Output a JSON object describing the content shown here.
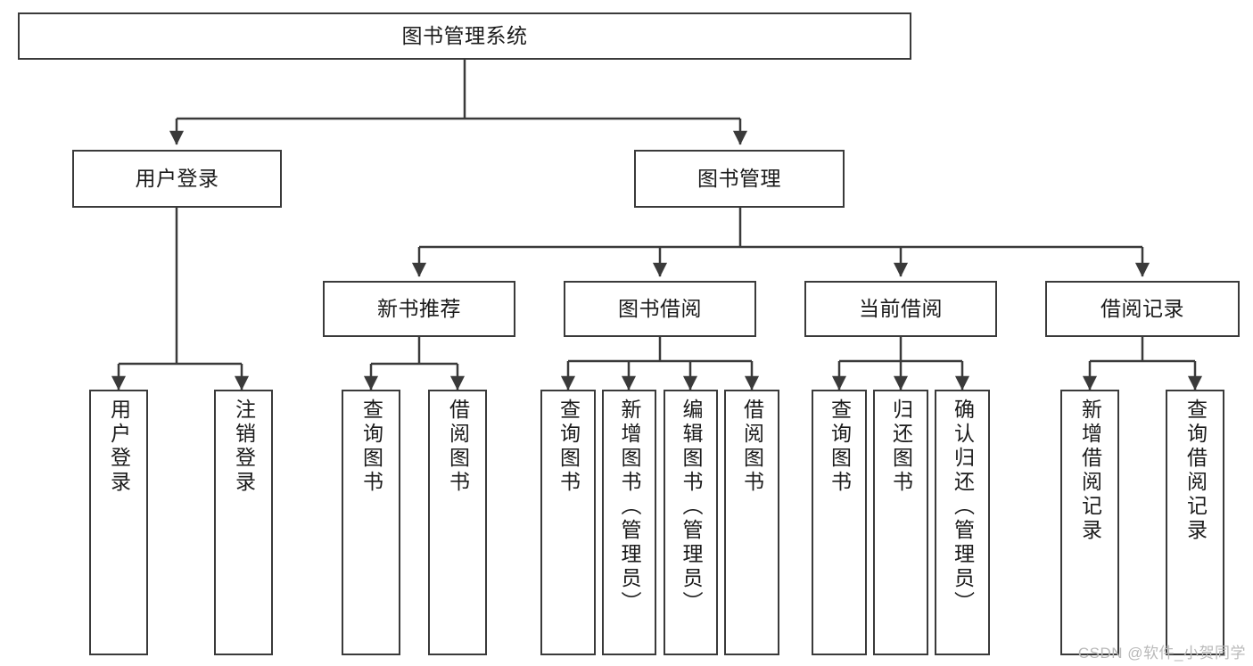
{
  "diagram": {
    "title": "图书管理系统",
    "type": "tree-hierarchy-chart",
    "watermark": "CSDN @软件_小贺同学",
    "colors": {
      "stroke": "#3a3a3a",
      "fill": "#ffffff",
      "text": "#1b1b1b",
      "watermark": "#b9b9b9"
    },
    "levels": {
      "root": {
        "label": "图书管理系统"
      },
      "level2": [
        {
          "label": "用户登录"
        },
        {
          "label": "图书管理"
        }
      ],
      "level3": [
        {
          "label": "新书推荐"
        },
        {
          "label": "图书借阅"
        },
        {
          "label": "当前借阅"
        },
        {
          "label": "借阅记录"
        }
      ],
      "leaves": {
        "user_login": [
          {
            "label": "用户登录"
          },
          {
            "label": "注销登录"
          }
        ],
        "new_book_recommend": [
          {
            "label": "查询图书"
          },
          {
            "label": "借阅图书"
          }
        ],
        "book_borrow": [
          {
            "label": "查询图书"
          },
          {
            "label": "新增图书（管理员）"
          },
          {
            "label": "编辑图书（管理员）"
          },
          {
            "label": "借阅图书"
          }
        ],
        "current_borrow": [
          {
            "label": "查询图书"
          },
          {
            "label": "归还图书"
          },
          {
            "label": "确认归还（管理员）"
          }
        ],
        "borrow_record": [
          {
            "label": "新增借阅记录"
          },
          {
            "label": "查询借阅记录"
          }
        ]
      }
    }
  }
}
